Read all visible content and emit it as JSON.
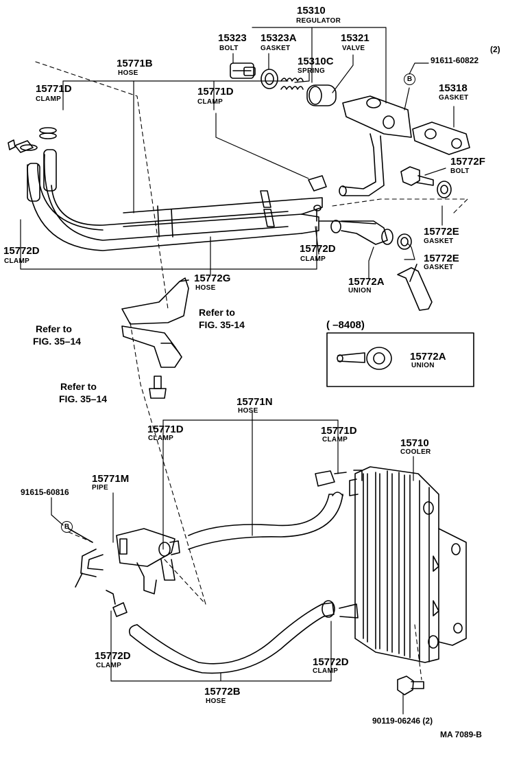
{
  "labels": {
    "regulator": {
      "num": "15310",
      "name": "REGULATOR"
    },
    "bolt_15323": {
      "num": "15323",
      "name": "BOLT"
    },
    "gasket_15323a": {
      "num": "15323A",
      "name": "GASKET"
    },
    "valve_15321": {
      "num": "15321",
      "name": "VALVE"
    },
    "spring_15310c": {
      "num": "15310C",
      "name": "SPRING"
    },
    "qty_91611": "(2)",
    "pn_91611": "91611-60822",
    "gasket_15318": {
      "num": "15318",
      "name": "GASKET"
    },
    "hose_15771b": {
      "num": "15771B",
      "name": "HOSE"
    },
    "clamp_15771d_left": {
      "num": "15771D",
      "name": "CLAMP"
    },
    "clamp_15771d_mid": {
      "num": "15771D",
      "name": "CLAMP"
    },
    "bolt_15772f": {
      "num": "15772F",
      "name": "BOLT"
    },
    "gasket_15772e_1": {
      "num": "15772E",
      "name": "GASKET"
    },
    "gasket_15772e_2": {
      "num": "15772E",
      "name": "GASKET"
    },
    "clamp_15772d_left": {
      "num": "15772D",
      "name": "CLAMP"
    },
    "clamp_15772d_mid": {
      "num": "15772D",
      "name": "CLAMP"
    },
    "hose_15772g": {
      "num": "15772G",
      "name": "HOSE"
    },
    "union_15772a": {
      "num": "15772A",
      "name": "UNION"
    },
    "refer_1": {
      "line1": "Refer to",
      "line2": "FIG. 35-14"
    },
    "refer_2": {
      "line1": "Refer to",
      "line2": "FIG. 35–14"
    },
    "refer_3": {
      "line1": "Refer to",
      "line2": "FIG. 35–14"
    },
    "inset_range": "(        –8408)",
    "union_inset": {
      "num": "15772A",
      "name": "UNION"
    },
    "hose_15771n": {
      "num": "15771N",
      "name": "HOSE"
    },
    "clamp_15771d_low_left": {
      "num": "15771D",
      "name": "CLAMP"
    },
    "clamp_15771d_low_right": {
      "num": "15771D",
      "name": "CLAMP"
    },
    "cooler_15710": {
      "num": "15710",
      "name": "COOLER"
    },
    "pipe_15771m": {
      "num": "15771M",
      "name": "PIPE"
    },
    "pn_91615": "91615-60816",
    "clamp_15772d_low_left": {
      "num": "15772D",
      "name": "CLAMP"
    },
    "clamp_15772d_low_right": {
      "num": "15772D",
      "name": "CLAMP"
    },
    "hose_15772b": {
      "num": "15772B",
      "name": "HOSE"
    },
    "pn_90119": "90119-06246 (2)",
    "marker_b": "B",
    "figure_ref": "MA  7089-B"
  }
}
